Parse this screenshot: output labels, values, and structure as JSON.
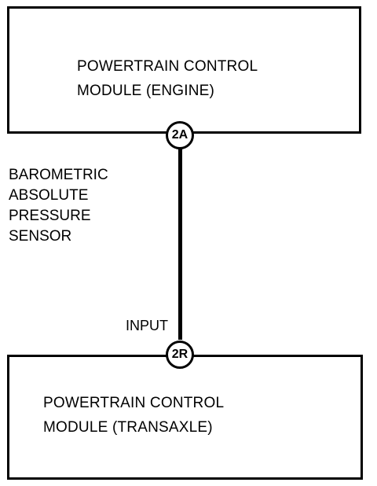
{
  "top_module": {
    "line1": "POWERTRAIN CONTROL",
    "line2": "MODULE (ENGINE)"
  },
  "bottom_module": {
    "line1": "POWERTRAIN CONTROL",
    "line2": "MODULE (TRANSAXLE)"
  },
  "connectors": {
    "top": "2A",
    "bottom": "2R"
  },
  "signal_name": {
    "line1": "BAROMETRIC",
    "line2": "ABSOLUTE",
    "line3": "PRESSURE",
    "line4": "SENSOR"
  },
  "input_label": "INPUT"
}
